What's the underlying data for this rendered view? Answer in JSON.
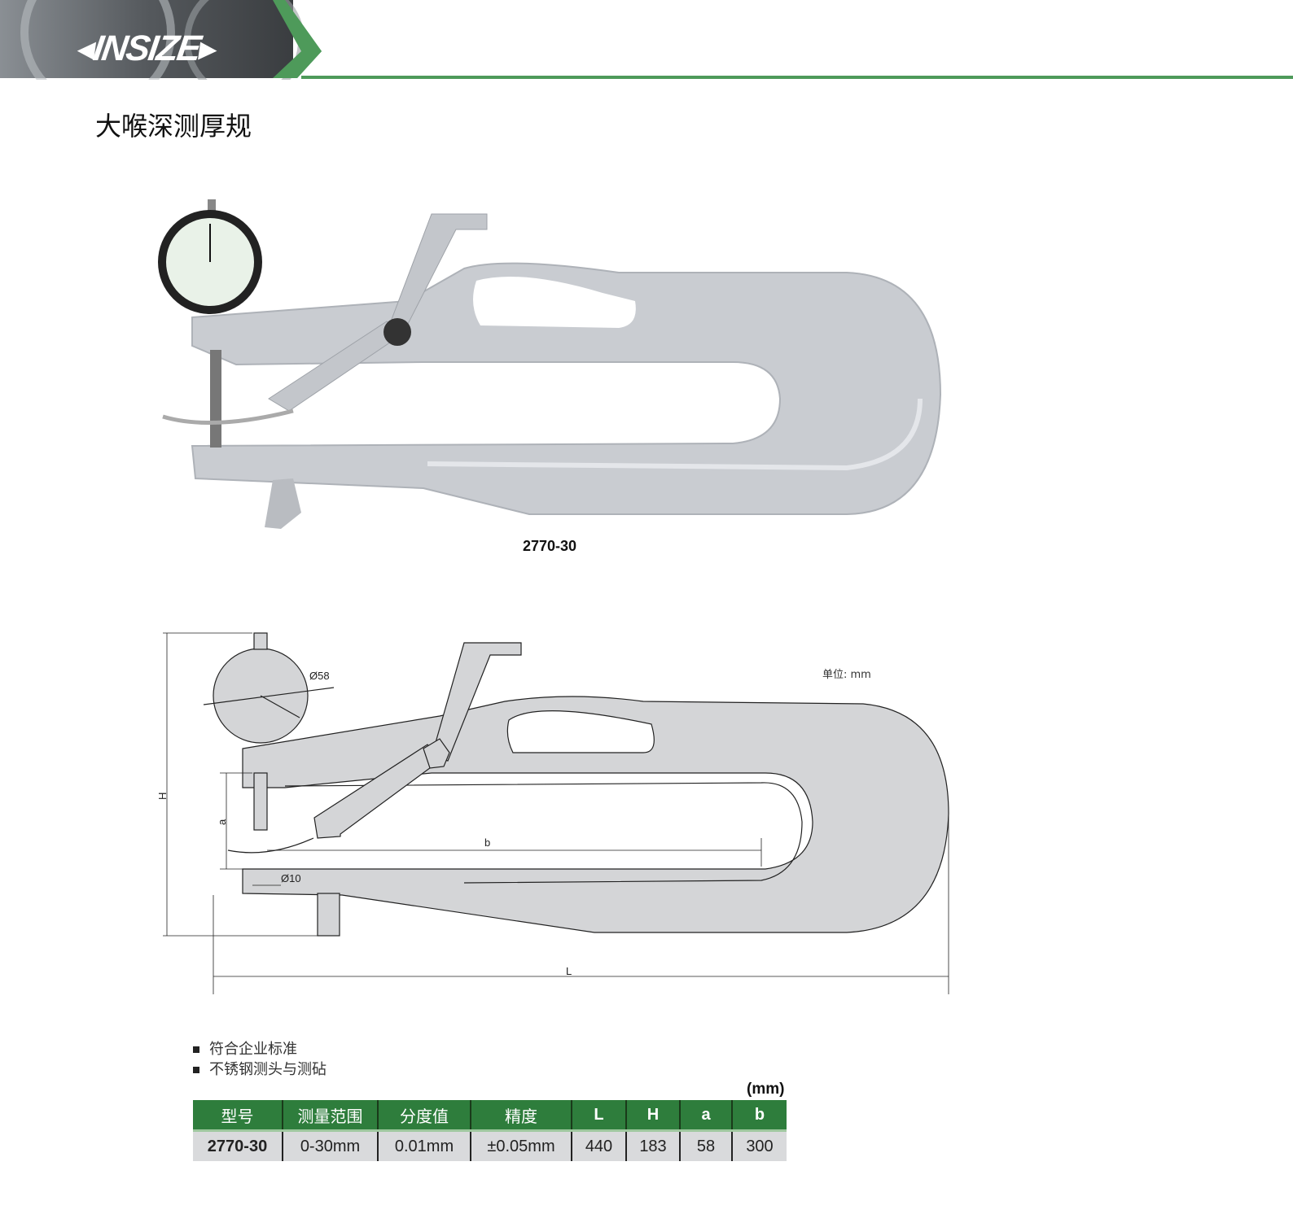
{
  "header": {
    "brand": "INSIZE",
    "accent_color": "#4e9a5a"
  },
  "page_title": "大喉深测厚规",
  "product_caption": "2770-30",
  "drawing": {
    "unit_note": "单位: mm",
    "labels": {
      "dial_diameter": "Ø58",
      "anvil_diameter": "Ø10",
      "H": "H",
      "a": "a",
      "b": "b",
      "L": "L"
    }
  },
  "features": [
    "符合企业标准",
    "不锈钢测头与测砧"
  ],
  "table": {
    "unit": "(mm)",
    "headers": [
      "型号",
      "测量范围",
      "分度值",
      "精度",
      "L",
      "H",
      "a",
      "b"
    ],
    "rows": [
      [
        "2770-30",
        "0-30mm",
        "0.01mm",
        "±0.05mm",
        "440",
        "183",
        "58",
        "300"
      ]
    ]
  }
}
